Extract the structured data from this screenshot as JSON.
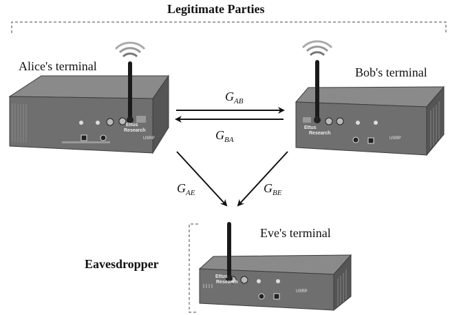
{
  "header": {
    "title": "Legitimate Parties"
  },
  "parties": {
    "alice": {
      "label": "Alice's terminal"
    },
    "bob": {
      "label": "Bob's terminal"
    },
    "eve": {
      "label": "Eve's terminal"
    },
    "eve_group": {
      "label": "Eavesdropper"
    }
  },
  "channels": {
    "ab": {
      "base": "G",
      "sub": "AB"
    },
    "ba": {
      "base": "G",
      "sub": "BA"
    },
    "ae": {
      "base": "G",
      "sub": "AE"
    },
    "be": {
      "base": "G",
      "sub": "BE"
    }
  },
  "device_text": {
    "brand": "Ettus",
    "model": "Research",
    "series": "USRP"
  },
  "colors": {
    "device_face": "#6f6f6f",
    "device_top": "#8a8a8a",
    "device_dark": "#3c3c3c",
    "antenna": "#1a1a1a",
    "dashed_box": "#444444"
  }
}
